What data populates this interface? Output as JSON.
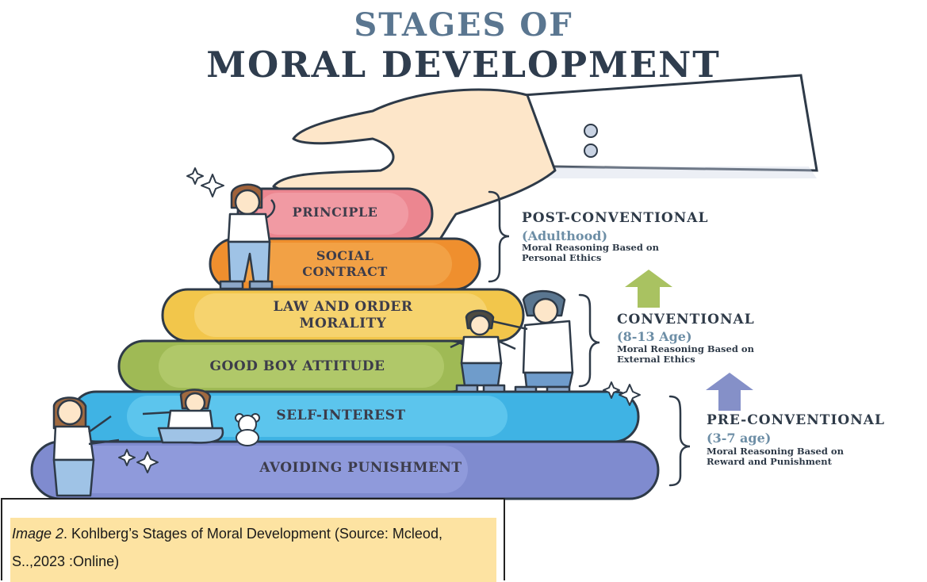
{
  "title": {
    "line1": "STAGES OF",
    "line2": "MORAL DEVELOPMENT"
  },
  "stages": [
    {
      "label_lines": [
        "PRINCIPLE"
      ],
      "color": "#ef8d96"
    },
    {
      "label_lines": [
        "SOCIAL",
        "CONTRACT"
      ],
      "color": "#f09a3c"
    },
    {
      "label_lines": [
        "LAW AND ORDER",
        "MORALITY"
      ],
      "color": "#f5cf5c"
    },
    {
      "label_lines": [
        "GOOD BOY ATTITUDE"
      ],
      "color": "#a9c261"
    },
    {
      "label_lines": [
        "SELF-INTEREST"
      ],
      "color": "#58c3ec"
    },
    {
      "label_lines": [
        "AVOIDING PUNISHMENT"
      ],
      "color": "#8e9ad8"
    }
  ],
  "levels": [
    {
      "title": "POST-CONVENTIONAL",
      "age": "(Adulthood)",
      "desc_lines": [
        "Moral Reasoning Based on",
        "Personal Ethics"
      ]
    },
    {
      "title": "CONVENTIONAL",
      "age": "(8-13 Age)",
      "desc_lines": [
        "Moral Reasoning Based on",
        "External Ethics"
      ]
    },
    {
      "title": "PRE-CONVENTIONAL",
      "age": "(3-7 age)",
      "desc_lines": [
        "Moral Reasoning Based on",
        "Reward and Punishment"
      ]
    }
  ],
  "arrow_colors": {
    "upper": "#a9c261",
    "lower": "#8590c8"
  },
  "caption": {
    "italic": "Image 2",
    "text": ". Kohlberg’s Stages of Moral Development (Source: Mcleod, S..,2023 :Online)"
  }
}
